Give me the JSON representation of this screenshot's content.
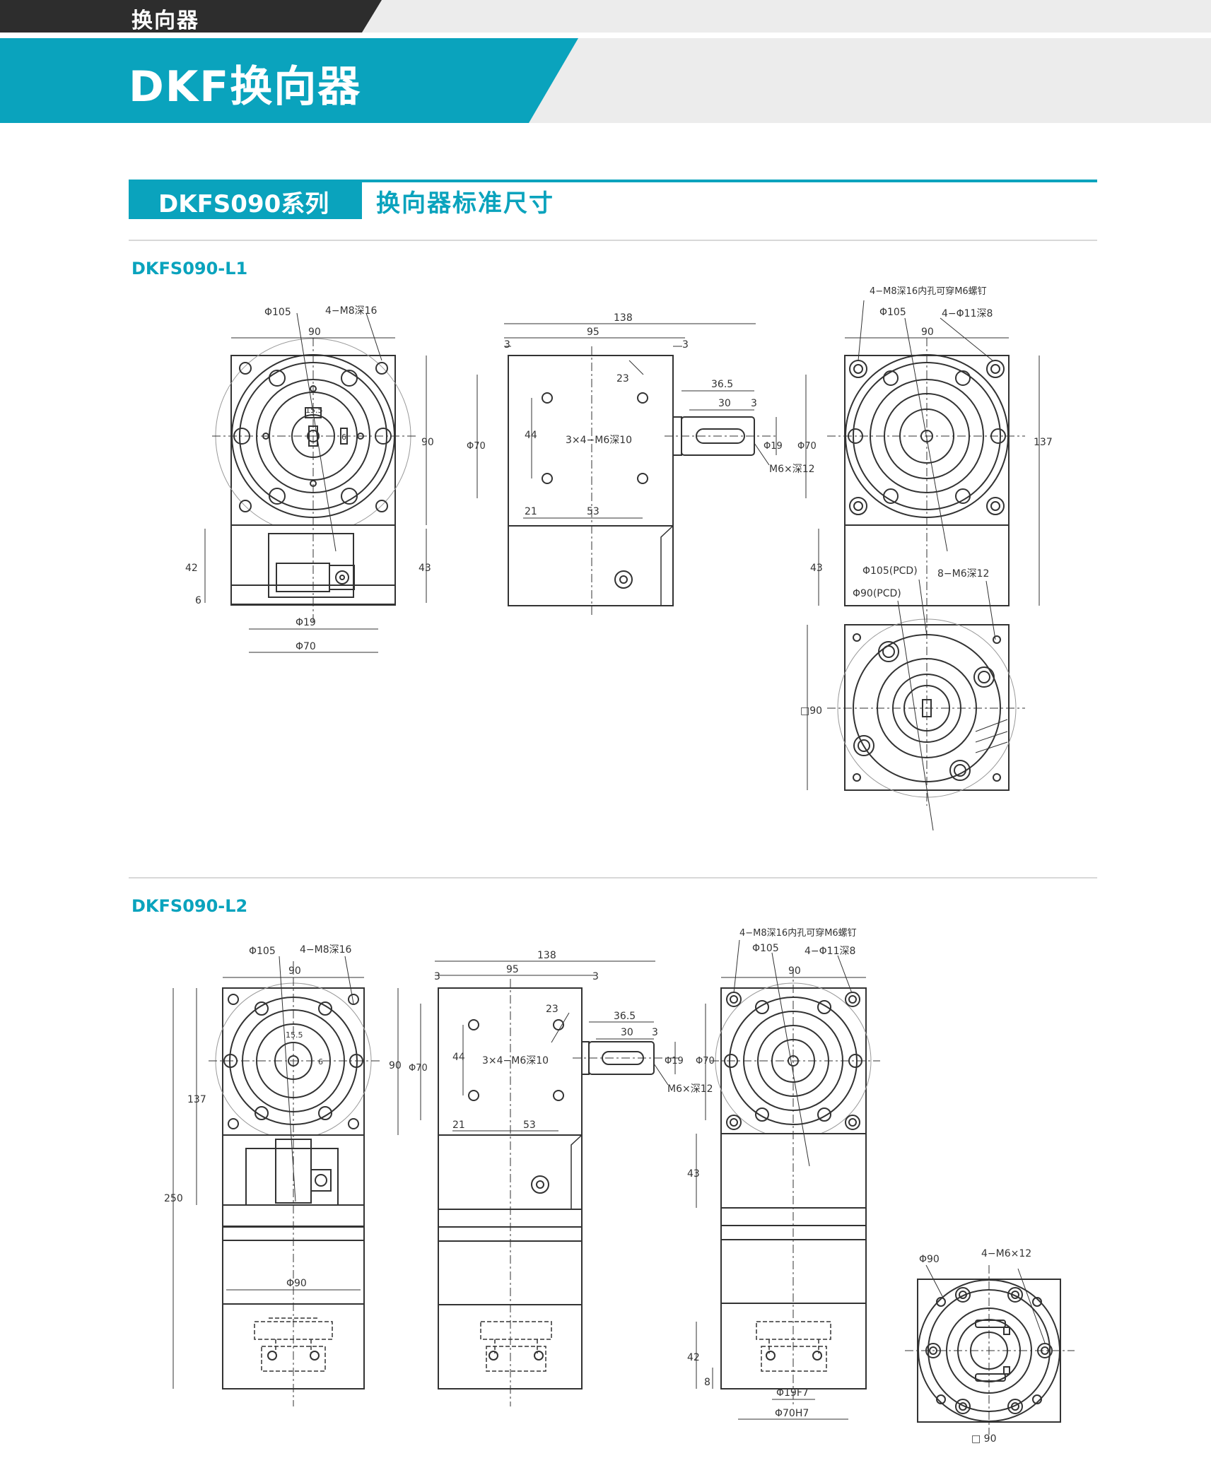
{
  "header": {
    "category": "换向器",
    "page_title": "DKF换向器"
  },
  "section": {
    "series": "DKFS090系列",
    "title": "换向器标准尺寸"
  },
  "drawing_l1": {
    "model": "DKFS090-L1",
    "front": {
      "d_phi105": "Φ105",
      "d_4m8": "4−M8深16",
      "d_90w": "90",
      "d_90h": "90",
      "d_42": "42",
      "d_6": "6",
      "d_43": "43",
      "d_phi19": "Φ19",
      "d_phi70": "Φ70",
      "d_15_5": "15.5",
      "d_6k": "6"
    },
    "side": {
      "d_138": "138",
      "d_95": "95",
      "d_3a": "3",
      "d_3b": "3",
      "d_23": "23",
      "d_36_5": "36.5",
      "d_30": "30",
      "d_3c": "3",
      "d_phi70_left": "Φ70",
      "d_44": "44",
      "d_holes": "3×4−M6深10",
      "d_phi19": "Φ19",
      "d_phi70_right": "Φ70",
      "d_m6": "M6×深12",
      "d_21": "21",
      "d_53": "53"
    },
    "right": {
      "d_4m8_thru": "4−M8深16内孔可穿M6螺钉",
      "d_phi105": "Φ105",
      "d_4phi11": "4−Φ11深8",
      "d_90": "90",
      "d_137": "137",
      "d_43": "43",
      "d_pcd105": "Φ105(PCD)",
      "d_8m6": "8−M6深12",
      "d_pcd90": "Φ90(PCD)",
      "d_sq90": "□90"
    }
  },
  "drawing_l2": {
    "model": "DKFS090-L2",
    "front": {
      "d_phi105": "Φ105",
      "d_4m8": "4−M8深16",
      "d_90w": "90",
      "d_90h": "90",
      "d_137": "137",
      "d_250": "250",
      "d_phi90": "Φ90",
      "d_15_5": "15.5",
      "d_6k": "6"
    },
    "side": {
      "d_138": "138",
      "d_95": "95",
      "d_3a": "3",
      "d_3b": "3",
      "d_23": "23",
      "d_36_5": "36.5",
      "d_30": "30",
      "d_3c": "3",
      "d_phi70_left": "Φ70",
      "d_44": "44",
      "d_holes": "3×4−M6深10",
      "d_phi19": "Φ19",
      "d_phi70_right": "Φ70",
      "d_m6": "M6×深12",
      "d_21": "21",
      "d_53": "53"
    },
    "right": {
      "d_4m8_thru": "4−M8深16内孔可穿M6螺钉",
      "d_phi105": "Φ105",
      "d_4phi11": "4−Φ11深8",
      "d_90": "90",
      "d_43": "43",
      "d_42": "42",
      "d_8": "8",
      "d_phi19f7": "Φ19F7",
      "d_phi70h7": "Φ70H7"
    },
    "flange": {
      "d_phi90": "Φ90",
      "d_4m6": "4−M6×12",
      "d_sq90": "□ 90"
    }
  }
}
